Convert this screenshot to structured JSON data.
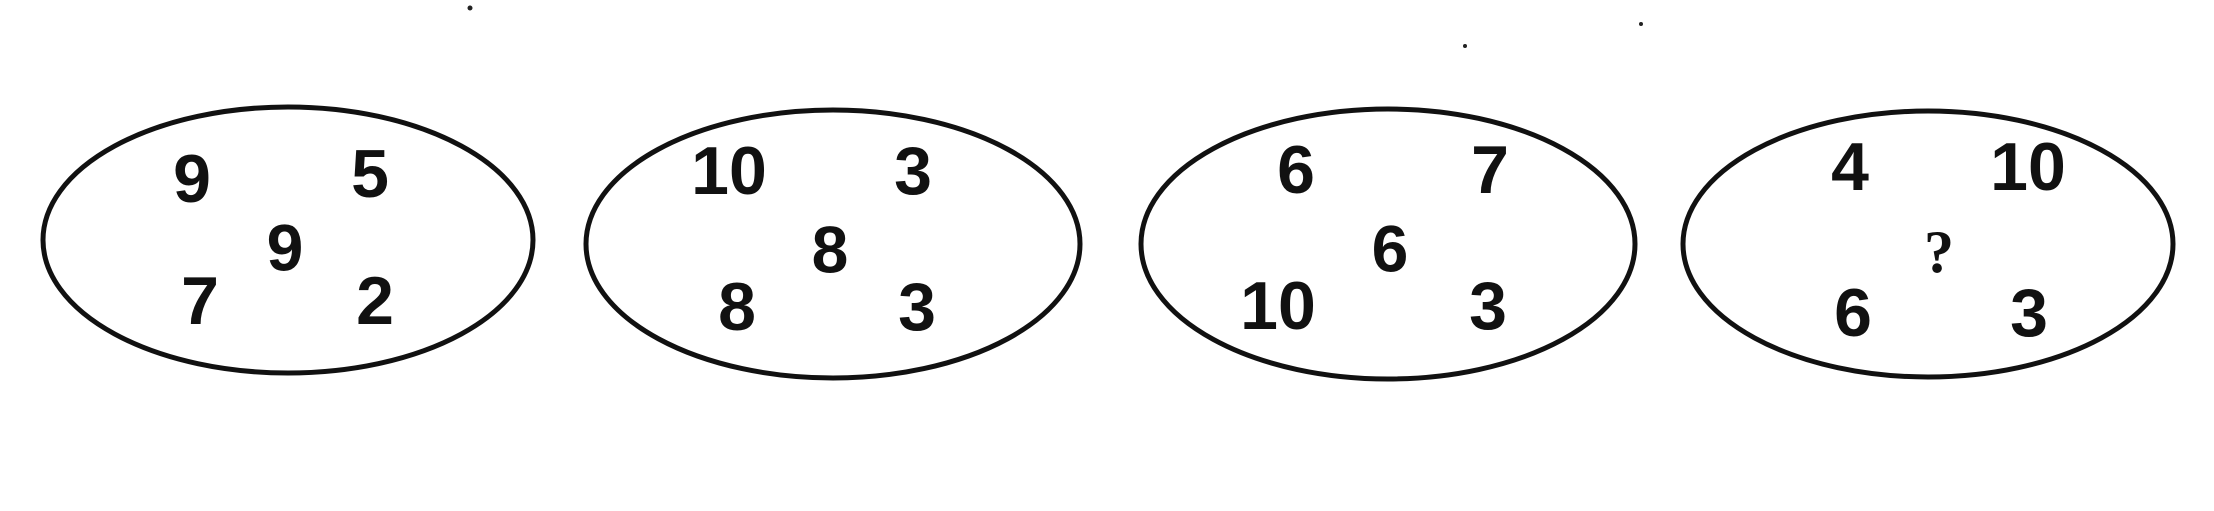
{
  "ellipses": [
    {
      "top_left": "9",
      "top_right": "5",
      "center": "9",
      "bottom_left": "7",
      "bottom_right": "2"
    },
    {
      "top_left": "10",
      "top_right": "3",
      "center": "8",
      "bottom_left": "8",
      "bottom_right": "3"
    },
    {
      "top_left": "6",
      "top_right": "7",
      "center": "6",
      "bottom_left": "10",
      "bottom_right": "3"
    },
    {
      "top_left": "4",
      "top_right": "10",
      "center": "?",
      "bottom_left": "6",
      "bottom_right": "3"
    }
  ]
}
